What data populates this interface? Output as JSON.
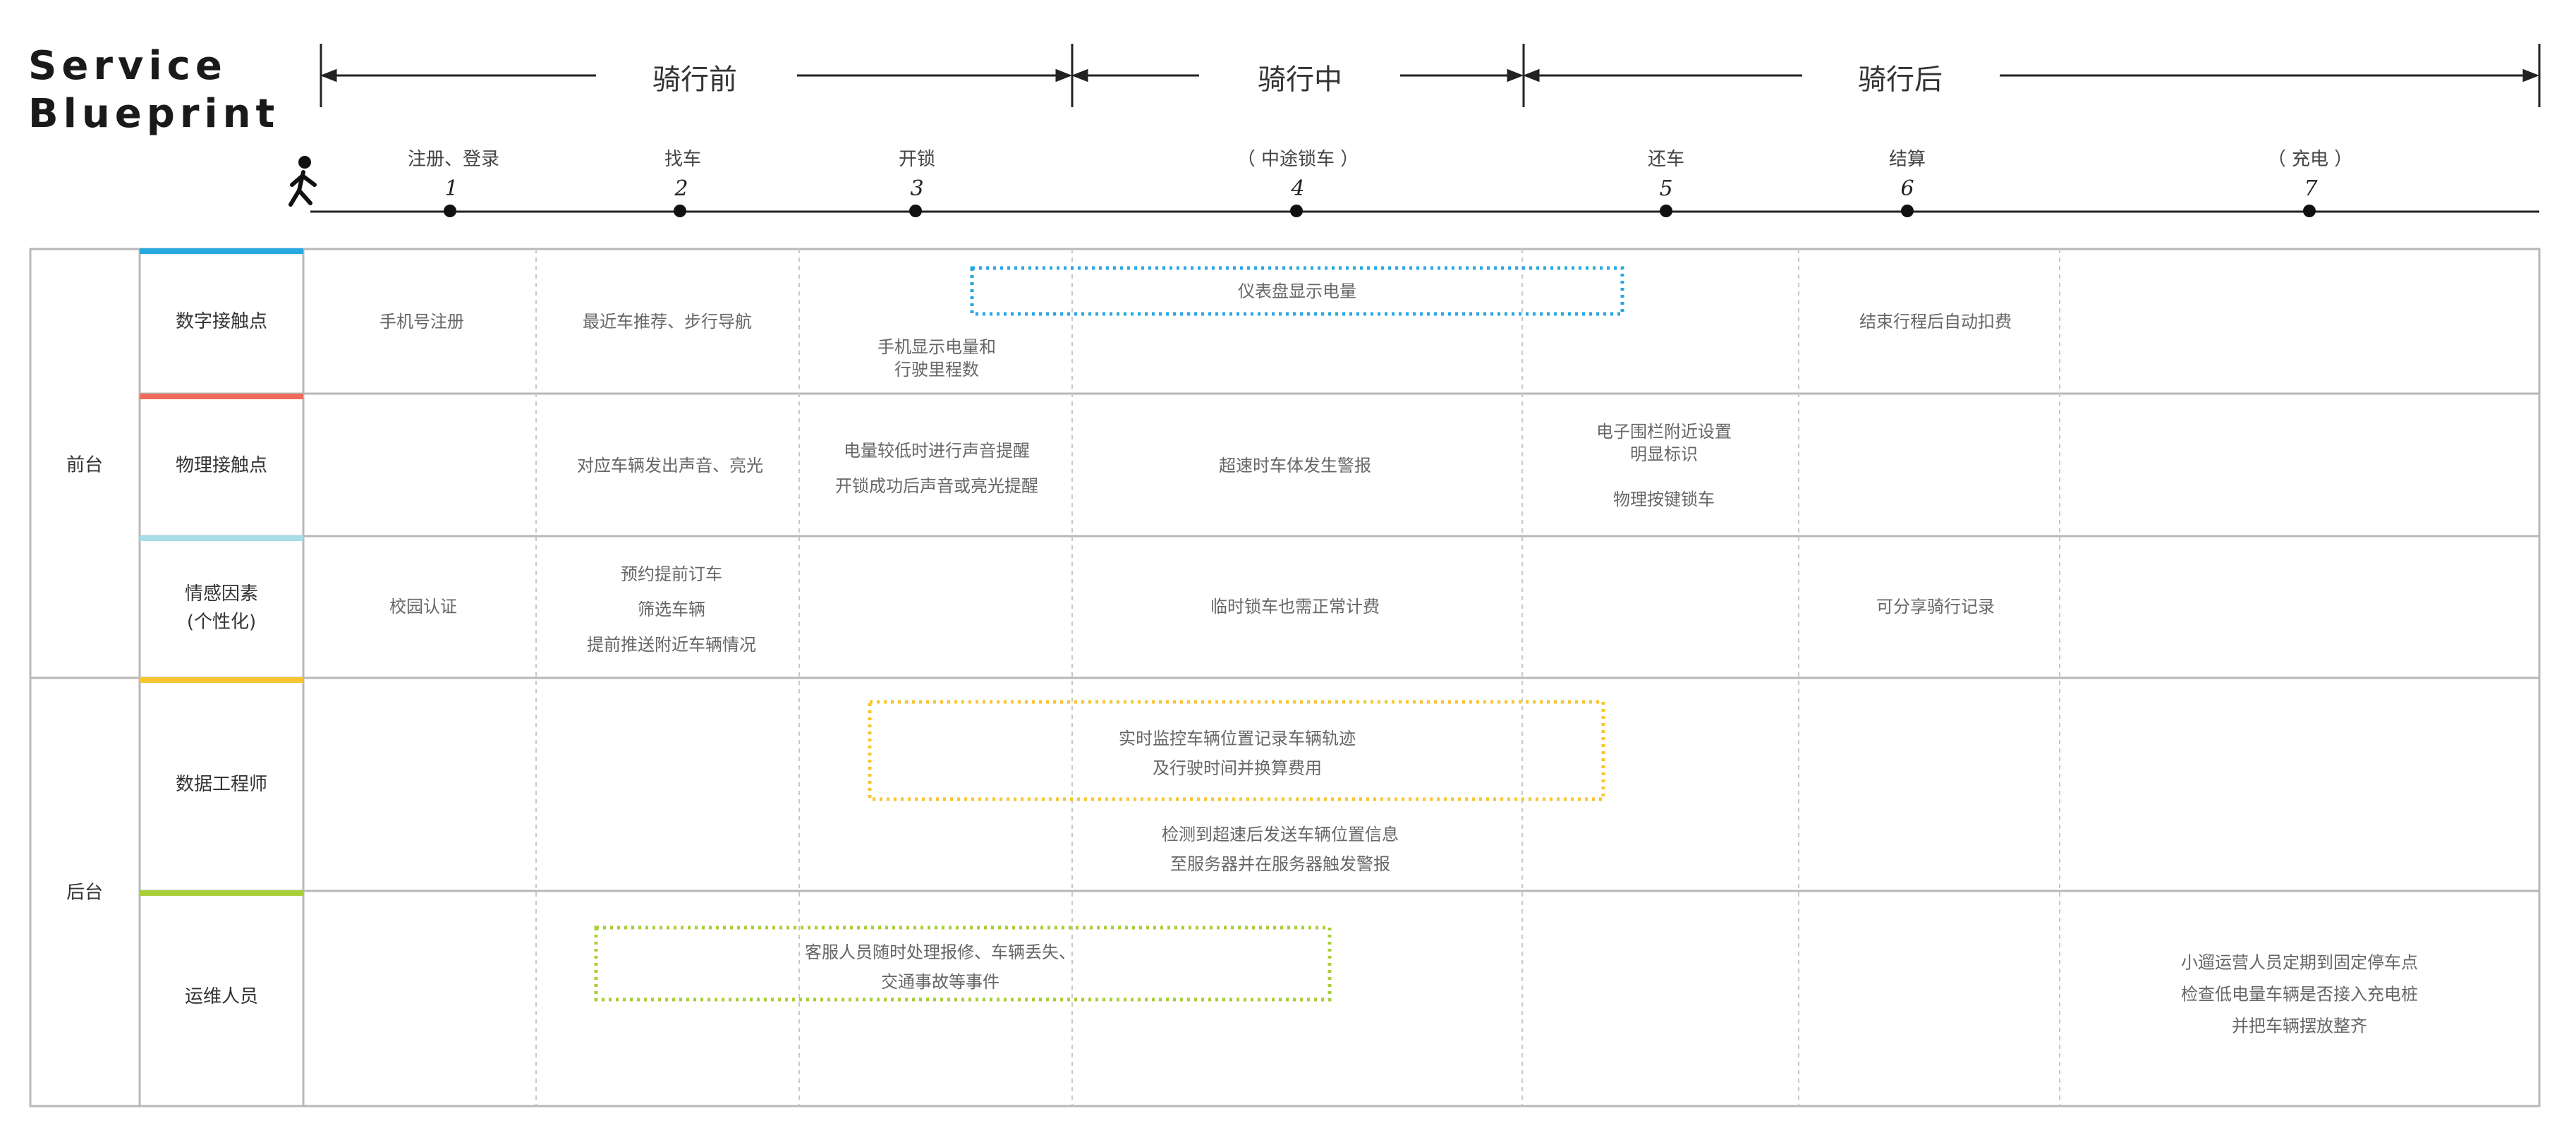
{
  "title": {
    "line1": "Service",
    "line2": "Blueprint"
  },
  "phases": [
    "骑行前",
    "骑行中",
    "骑行后"
  ],
  "steps": [
    {
      "name": "注册、登录",
      "num": "1"
    },
    {
      "name": "找车",
      "num": "2"
    },
    {
      "name": "开锁",
      "num": "3"
    },
    {
      "name": "（ 中途锁车 ）",
      "num": "4"
    },
    {
      "name": "还车",
      "num": "5"
    },
    {
      "name": "结算",
      "num": "6"
    },
    {
      "name": "（ 充电 ）",
      "num": "7"
    }
  ],
  "side_labels": {
    "front": "前台",
    "back": "后台"
  },
  "rows": [
    {
      "label": "数字接触点",
      "color": "#29a8e0"
    },
    {
      "label": "物理接触点",
      "color": "#ef6b5a"
    },
    {
      "label": "情感因素\n(个性化)",
      "color": "#a6dde6"
    },
    {
      "label": "数据工程师",
      "color": "#f7c531"
    },
    {
      "label": "运维人员",
      "color": "#a9cf38"
    }
  ],
  "cells": {
    "digital_register": "手机号注册",
    "digital_find": "最近车推荐、步行导航",
    "digital_unlock": "手机显示电量和\n行驶里程数",
    "digital_dashboard": "仪表盘显示电量",
    "digital_settle": "结束行程后自动扣费",
    "physical_find": "对应车辆发出声音、亮光",
    "physical_unlock": "电量较低时进行声音提醒\n开锁成功后声音或亮光提醒",
    "physical_mid": "超速时车体发生警报",
    "physical_return": "电子围栏附近设置\n明显标识\n\n物理按键锁车",
    "emotion_register": "校园认证",
    "emotion_find": "预约提前订车\n筛选车辆\n提前推送附近车辆情况",
    "emotion_mid": "临时锁车也需正常计费",
    "emotion_settle": "可分享骑行记录",
    "data_monitor": "实时监控车辆位置记录车辆轨迹\n及行驶时间并换算费用",
    "data_speed": "检测到超速后发送车辆位置信息\n至服务器并在服务器触发警报",
    "ops_service": "客服人员随时处理报修、车辆丢失、\n交通事故等事件",
    "ops_charge": "小遛运营人员定期到固定停车点\n检查低电量车辆是否接入充电桩\n并把车辆摆放整齐"
  }
}
